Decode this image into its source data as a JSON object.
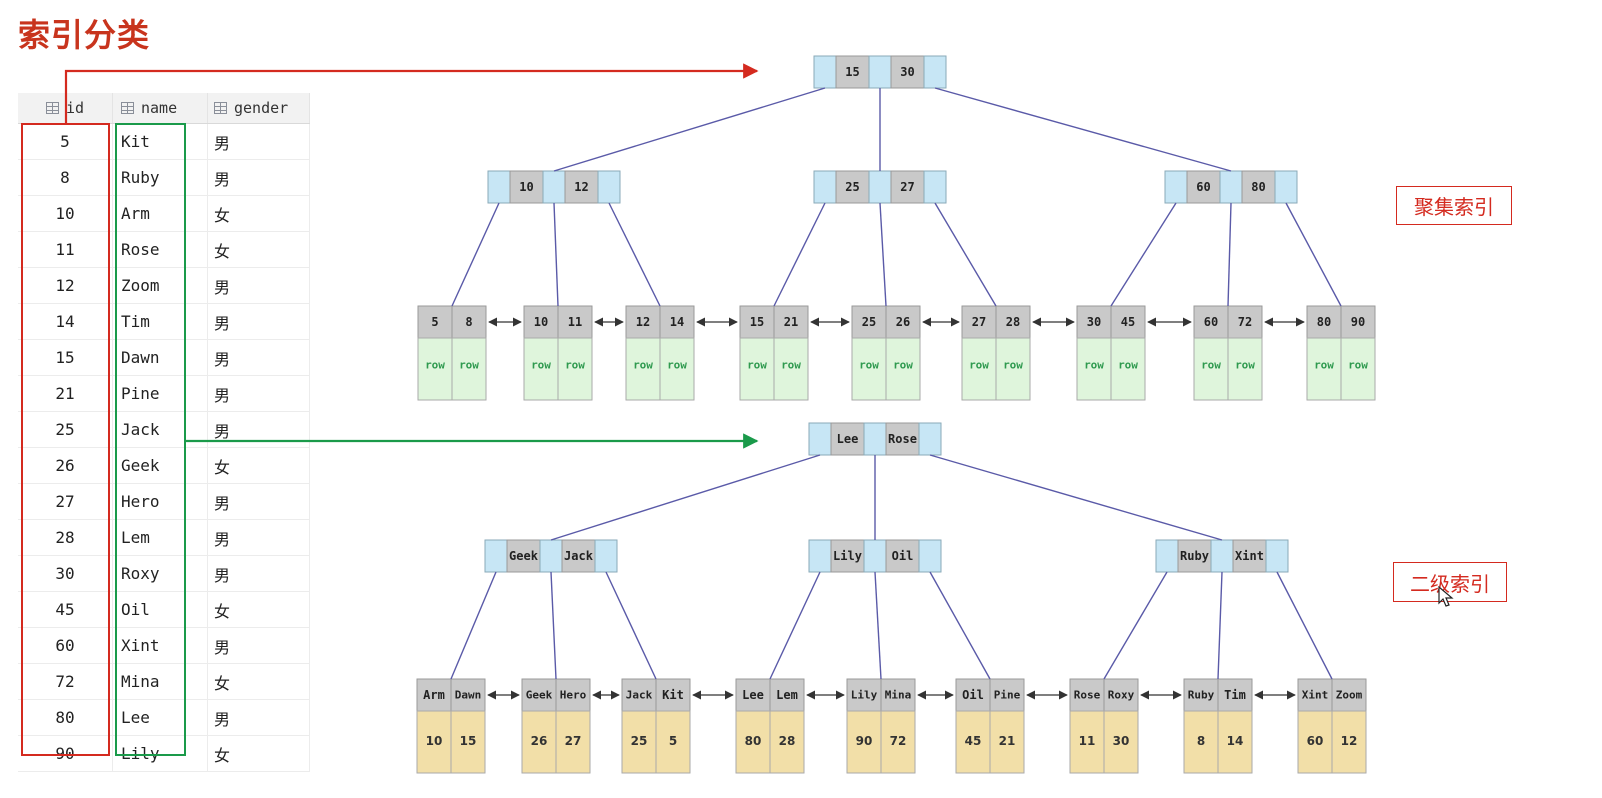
{
  "title": "索引分类",
  "table": {
    "columns": [
      {
        "label": "id",
        "icon": "key-column-icon"
      },
      {
        "label": "name",
        "icon": "column-icon"
      },
      {
        "label": "gender",
        "icon": "column-icon"
      }
    ],
    "rows": [
      {
        "id": "5",
        "name": "Kit",
        "gender": "男"
      },
      {
        "id": "8",
        "name": "Ruby",
        "gender": "男"
      },
      {
        "id": "10",
        "name": "Arm",
        "gender": "女"
      },
      {
        "id": "11",
        "name": "Rose",
        "gender": "女"
      },
      {
        "id": "12",
        "name": "Zoom",
        "gender": "男"
      },
      {
        "id": "14",
        "name": "Tim",
        "gender": "男"
      },
      {
        "id": "15",
        "name": "Dawn",
        "gender": "男"
      },
      {
        "id": "21",
        "name": "Pine",
        "gender": "男"
      },
      {
        "id": "25",
        "name": "Jack",
        "gender": "男"
      },
      {
        "id": "26",
        "name": "Geek",
        "gender": "女"
      },
      {
        "id": "27",
        "name": "Hero",
        "gender": "男"
      },
      {
        "id": "28",
        "name": "Lem",
        "gender": "男"
      },
      {
        "id": "30",
        "name": "Roxy",
        "gender": "男"
      },
      {
        "id": "45",
        "name": "Oil",
        "gender": "女"
      },
      {
        "id": "60",
        "name": "Xint",
        "gender": "男"
      },
      {
        "id": "72",
        "name": "Mina",
        "gender": "女"
      },
      {
        "id": "80",
        "name": "Lee",
        "gender": "男"
      },
      {
        "id": "90",
        "name": "Lily",
        "gender": "女"
      }
    ]
  },
  "clustered": {
    "tag": "聚集索引",
    "root": [
      "15",
      "30"
    ],
    "internal": [
      [
        "10",
        "12"
      ],
      [
        "25",
        "27"
      ],
      [
        "60",
        "80"
      ]
    ],
    "leaves": [
      [
        "5",
        "8"
      ],
      [
        "10",
        "11"
      ],
      [
        "12",
        "14"
      ],
      [
        "15",
        "21"
      ],
      [
        "25",
        "26"
      ],
      [
        "27",
        "28"
      ],
      [
        "30",
        "45"
      ],
      [
        "60",
        "72"
      ],
      [
        "80",
        "90"
      ]
    ],
    "leaf_payload": "row"
  },
  "secondary": {
    "tag": "二级索引",
    "root": [
      "Lee",
      "Rose"
    ],
    "internal": [
      [
        "Geek",
        "Jack"
      ],
      [
        "Lily",
        "Oil"
      ],
      [
        "Ruby",
        "Xint"
      ]
    ],
    "leaves": [
      {
        "keys": [
          "Arm",
          "Dawn"
        ],
        "ids": [
          "10",
          "15"
        ]
      },
      {
        "keys": [
          "Geek",
          "Hero"
        ],
        "ids": [
          "26",
          "27"
        ]
      },
      {
        "keys": [
          "Jack",
          "Kit"
        ],
        "ids": [
          "25",
          "5"
        ]
      },
      {
        "keys": [
          "Lee",
          "Lem"
        ],
        "ids": [
          "80",
          "28"
        ]
      },
      {
        "keys": [
          "Lily",
          "Mina"
        ],
        "ids": [
          "90",
          "72"
        ]
      },
      {
        "keys": [
          "Oil",
          "Pine"
        ],
        "ids": [
          "45",
          "21"
        ]
      },
      {
        "keys": [
          "Rose",
          "Roxy"
        ],
        "ids": [
          "11",
          "30"
        ]
      },
      {
        "keys": [
          "Ruby",
          "Tim"
        ],
        "ids": [
          "8",
          "14"
        ]
      },
      {
        "keys": [
          "Xint",
          "Zoom"
        ],
        "ids": [
          "60",
          "12"
        ]
      }
    ]
  },
  "colors": {
    "accent_red": "#d42a1f",
    "accent_green": "#1a9a4a",
    "key_gray": "#c9c9c9",
    "pointer_blue": "#c7e6f5",
    "row_green": "#dff5dc",
    "id_yellow": "#f2dfa8",
    "edge": "#5a5aa8"
  }
}
